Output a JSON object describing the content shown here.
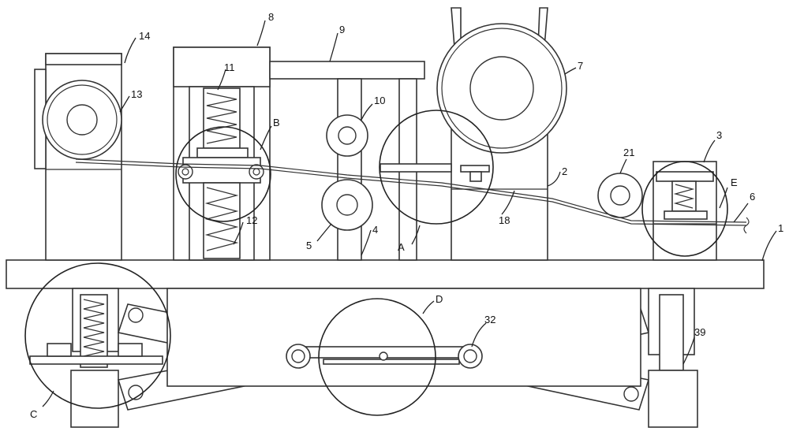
{
  "labels": {
    "l1": "1",
    "l2": "2",
    "l3": "3",
    "l4": "4",
    "l5": "5",
    "l6": "6",
    "l7": "7",
    "l8": "8",
    "l9": "9",
    "l10": "10",
    "l11": "11",
    "l12": "12",
    "l13": "13",
    "l14": "14",
    "l18": "18",
    "l21": "21",
    "l32": "32",
    "l39": "39",
    "A": "A",
    "B": "B",
    "C": "C",
    "D": "D",
    "E": "E"
  }
}
